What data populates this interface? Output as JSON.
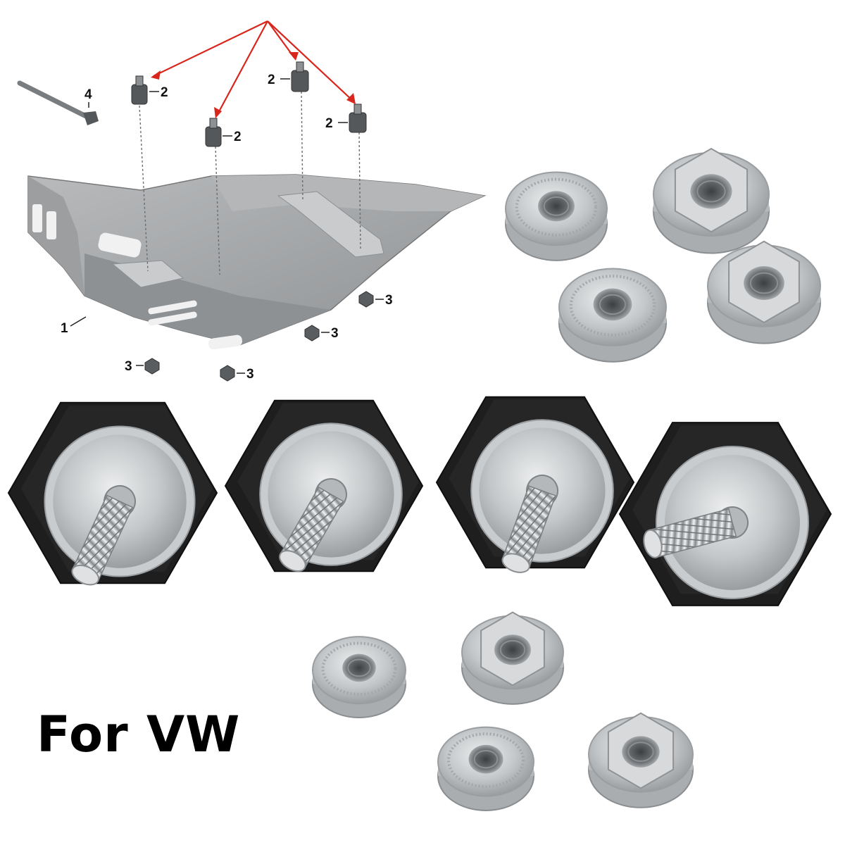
{
  "caption": "For VW",
  "diagram": {
    "callouts": {
      "part1": "1",
      "part2": "2",
      "part3": "3",
      "part4": "4"
    },
    "arrow_color": "#d9261c",
    "plate_color": "#a7a9ab"
  },
  "photo": {
    "rubber_mount_count": 4,
    "flange_nut_count": 8,
    "rubber_color": "#1e1e1e",
    "metal_color": "#c9ccce"
  }
}
